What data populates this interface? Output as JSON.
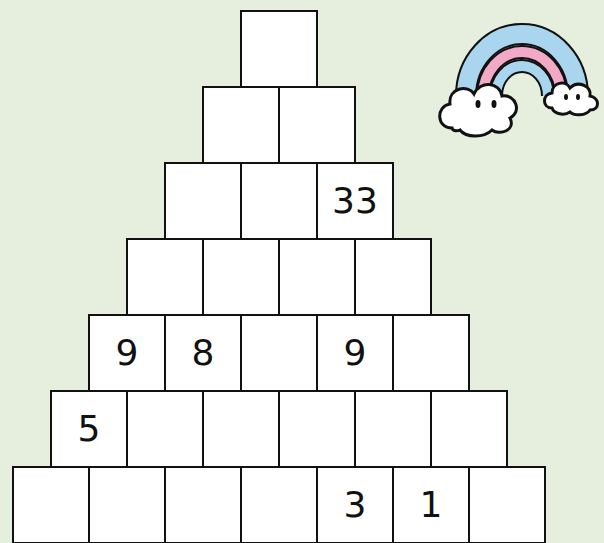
{
  "diagram": {
    "nodes": [
      {
        "text": [
          "33"
        ]
      },
      {
        "text": [
          "9"
        ]
      },
      {
        "text": [
          "8"
        ]
      },
      {
        "text": [
          "9"
        ]
      },
      {
        "text": [
          "5"
        ]
      },
      {
        "text": [
          "3"
        ]
      },
      {
        "text": [
          "1"
        ]
      }
    ]
  }
}
